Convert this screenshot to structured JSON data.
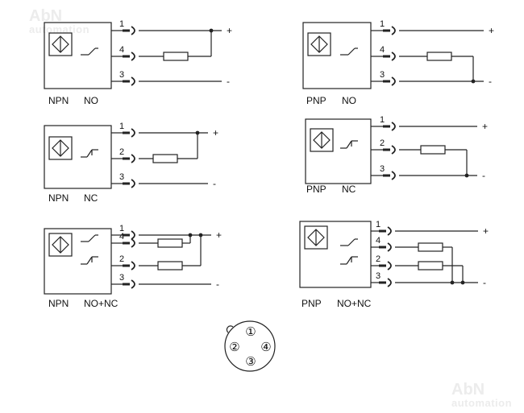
{
  "watermarks": [
    {
      "brand": "AbN",
      "sub": "automation"
    },
    {
      "brand": "AbN",
      "sub": "automation"
    }
  ],
  "polarity": {
    "positive": "+",
    "negative": "-"
  },
  "diagrams": [
    {
      "type": "NPN",
      "mode": "NO",
      "wires": [
        {
          "num": "1",
          "rail": "+"
        },
        {
          "num": "4",
          "rail": "load"
        },
        {
          "num": "3",
          "rail": "-"
        }
      ]
    },
    {
      "type": "PNP",
      "mode": "NO",
      "wires": [
        {
          "num": "1",
          "rail": "+"
        },
        {
          "num": "4",
          "rail": "load"
        },
        {
          "num": "3",
          "rail": "-"
        }
      ]
    },
    {
      "type": "NPN",
      "mode": "NC",
      "wires": [
        {
          "num": "1",
          "rail": "+"
        },
        {
          "num": "2",
          "rail": "load"
        },
        {
          "num": "3",
          "rail": "-"
        }
      ]
    },
    {
      "type": "PNP",
      "mode": "NC",
      "wires": [
        {
          "num": "1",
          "rail": "+"
        },
        {
          "num": "2",
          "rail": "load"
        },
        {
          "num": "3",
          "rail": "-"
        }
      ]
    },
    {
      "type": "NPN",
      "mode": "NO+NC",
      "wires": [
        {
          "num": "1",
          "rail": "+"
        },
        {
          "num": "4",
          "rail": "load"
        },
        {
          "num": "2",
          "rail": "load"
        },
        {
          "num": "3",
          "rail": "-"
        }
      ]
    },
    {
      "type": "PNP",
      "mode": "NO+NC",
      "wires": [
        {
          "num": "1",
          "rail": "+"
        },
        {
          "num": "4",
          "rail": "load"
        },
        {
          "num": "2",
          "rail": "load"
        },
        {
          "num": "3",
          "rail": "-"
        }
      ]
    }
  ],
  "connector": {
    "pins": [
      "①",
      "②",
      "③",
      "④"
    ]
  }
}
